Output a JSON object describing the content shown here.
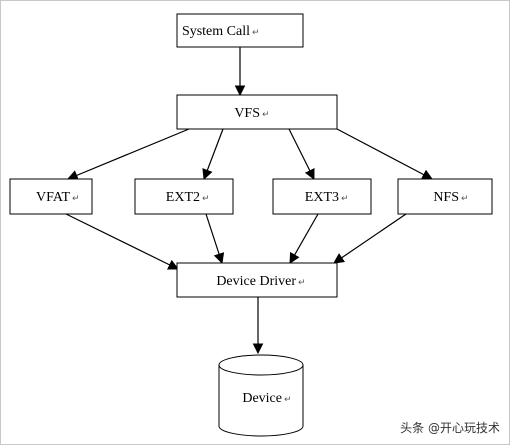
{
  "nodes": {
    "system_call": "System Call",
    "vfs": "VFS",
    "vfat": "VFAT",
    "ext2": "EXT2",
    "ext3": "EXT3",
    "nfs": "NFS",
    "device_driver": "Device Driver",
    "device": "Device"
  },
  "paragraph_mark": "↵",
  "edges": [
    [
      "system_call",
      "vfs"
    ],
    [
      "vfs",
      "vfat"
    ],
    [
      "vfs",
      "ext2"
    ],
    [
      "vfs",
      "ext3"
    ],
    [
      "vfs",
      "nfs"
    ],
    [
      "vfat",
      "device_driver"
    ],
    [
      "ext2",
      "device_driver"
    ],
    [
      "ext3",
      "device_driver"
    ],
    [
      "nfs",
      "device_driver"
    ],
    [
      "device_driver",
      "device"
    ]
  ],
  "watermark": "头条 @开心玩技术"
}
